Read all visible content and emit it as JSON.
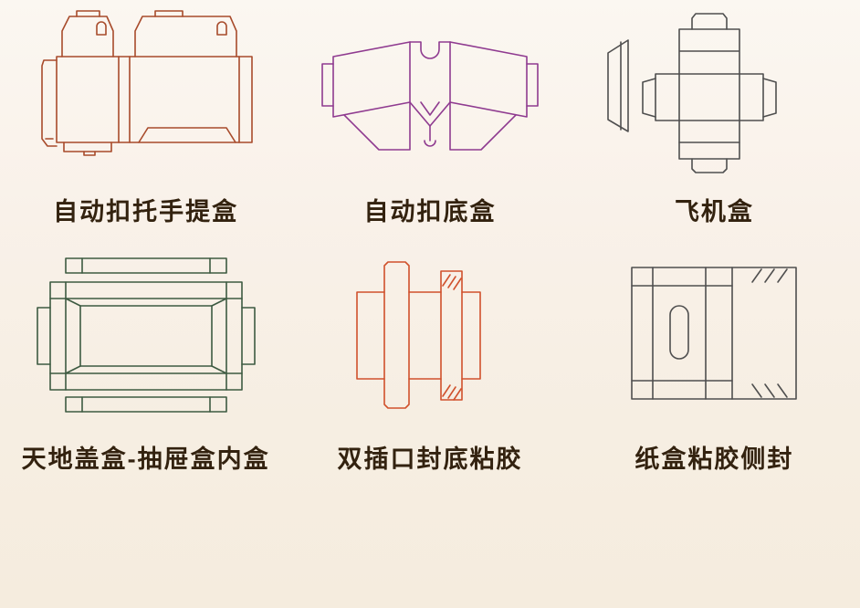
{
  "page": {
    "background_top": "#fbf7f1",
    "background_bottom": "#f5ecde",
    "label_color": "#33220f"
  },
  "cells": [
    {
      "label": "自动扣托手提盒",
      "color": "#a84b2b"
    },
    {
      "label": "自动扣底盒",
      "color": "#8f3b90"
    },
    {
      "label": "飞机盒",
      "color": "#4f4f4f"
    },
    {
      "label": "天地盖盒-抽屉盒内盒",
      "color": "#3d5a41"
    },
    {
      "label": "双插口封底粘胶",
      "color": "#d0512c"
    },
    {
      "label": "纸盒粘胶侧封",
      "color": "#4f4f4f"
    }
  ]
}
